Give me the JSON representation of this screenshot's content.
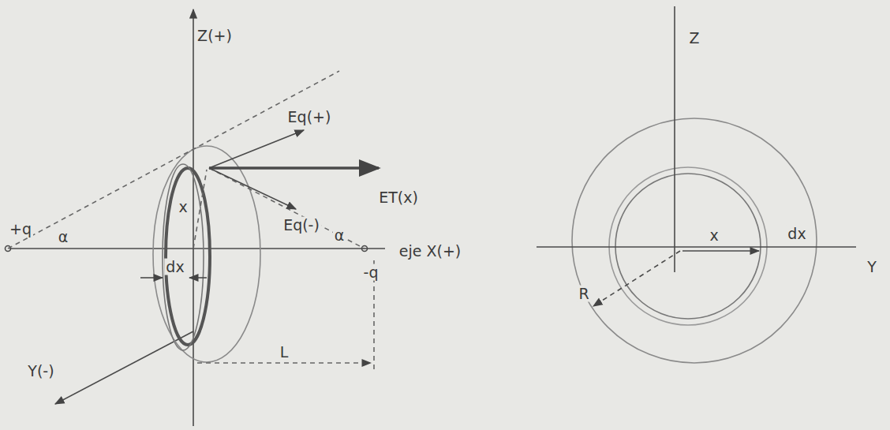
{
  "diagram": {
    "labels": [
      "Z(+)",
      "Eq(+)",
      "ET(x)",
      "+q",
      "α",
      "x",
      "Eq(-)",
      "α",
      "eje X(+)",
      "-q",
      "dx",
      "Y(-)",
      "L",
      "Z",
      "x",
      "dx",
      "Y",
      "R"
    ]
  }
}
